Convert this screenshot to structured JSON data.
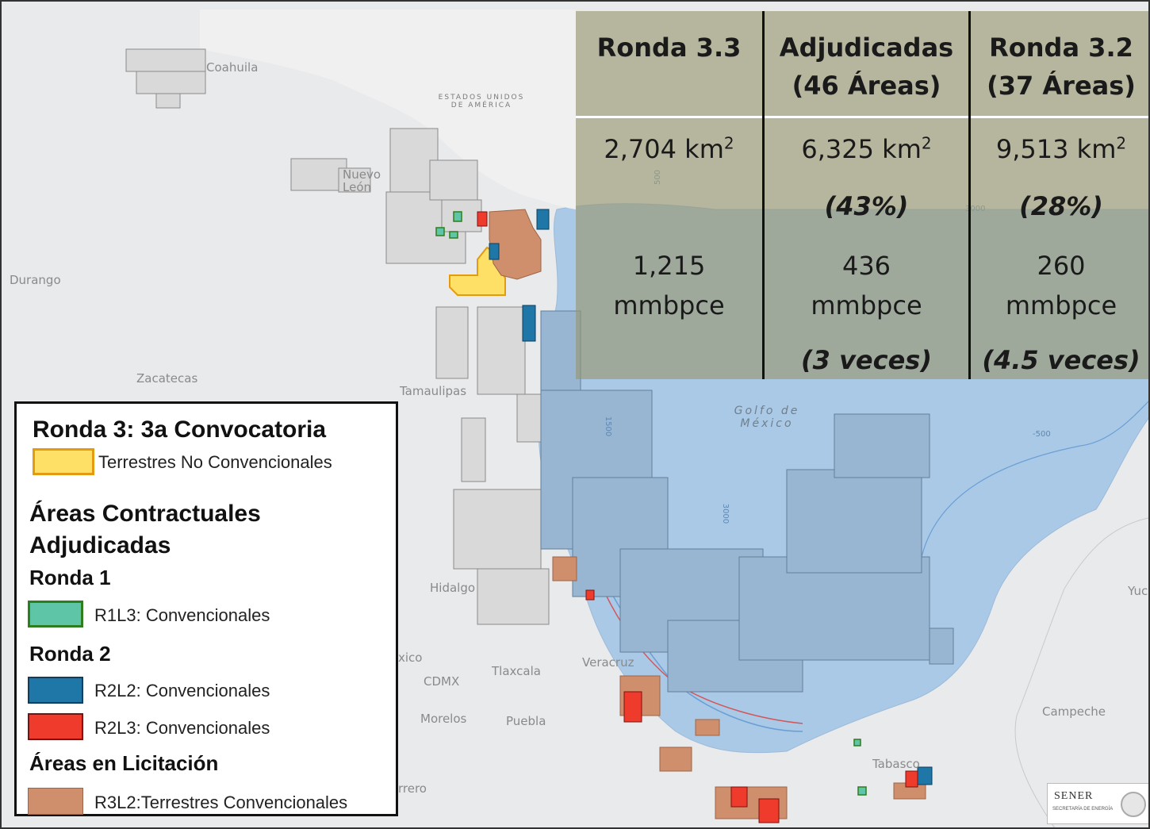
{
  "map_labels": {
    "coahuila": "Coahuila",
    "nuevo_leon": "Nuevo León",
    "durango": "Durango",
    "zacatecas": "Zacatecas",
    "tamaulipas": "Tamaulipas",
    "hidalgo": "Hidalgo",
    "veracruz": "Veracruz",
    "tlaxcala": "Tlaxcala",
    "cdmx": "CDMX",
    "mexico": "xico",
    "morelos": "Morelos",
    "puebla": "Puebla",
    "guerrero": "rrero",
    "tabasco": "Tabasco",
    "campeche": "Campeche",
    "yucatan": "Yuc",
    "usa": "ESTADOS UNIDOS DE AMÉRICA",
    "gulf": "Golfo de México",
    "depth_500": "500",
    "depth_1500": "1500",
    "depth_3000": "3000",
    "depth_3000b": "3000",
    "depth_500b": "-500"
  },
  "stats_table": {
    "columns": [
      {
        "header_1": "Ronda 3.3",
        "header_2": "",
        "area": "2,704 km",
        "area_pct": "",
        "resources_1": "1,215",
        "resources_2": "mmbpce",
        "times": ""
      },
      {
        "header_1": "Adjudicadas",
        "header_2": "(46 Áreas)",
        "area": "6,325 km",
        "area_pct": "(43%)",
        "resources_1": "436",
        "resources_2": "mmbpce",
        "times": "(3 veces)"
      },
      {
        "header_1": "Ronda 3.2",
        "header_2": "(37 Áreas)",
        "area": "9,513 km",
        "area_pct": "(28%)",
        "resources_1": "260",
        "resources_2": "mmbpce",
        "times": "(4.5 veces)"
      }
    ],
    "unit_exp": "2"
  },
  "legend": {
    "title_1": "Ronda 3: 3a Convocatoria",
    "item_r33": "Terrestres No Convencionales",
    "title_2a": "Áreas Contractuales",
    "title_2b": "Adjudicadas",
    "ronda1": "Ronda 1",
    "item_r1l3": "R1L3: Convencionales",
    "ronda2": "Ronda 2",
    "item_r2l2": "R2L2: Convencionales",
    "item_r2l3": "R2L3: Convencionales",
    "title_3": "Áreas en Licitación",
    "item_r3l2": "R3L2:Terrestres Convencionales"
  },
  "colors": {
    "yellow": "#ffe066",
    "yellow_border": "#e39b12",
    "green": "#5ec6a6",
    "green_border": "#2e7d1e",
    "blue": "#1f77a8",
    "blue_border": "#0d3e5e",
    "red": "#ef3b2c",
    "red_border": "#7a1111",
    "brown": "#cf8f6c",
    "brown_border": "#9d6547",
    "sea": "#aac9e6",
    "land": "#e9eaec"
  },
  "logo": {
    "name": "SENER",
    "sub": "SECRETARÍA DE ENERGÍA"
  }
}
